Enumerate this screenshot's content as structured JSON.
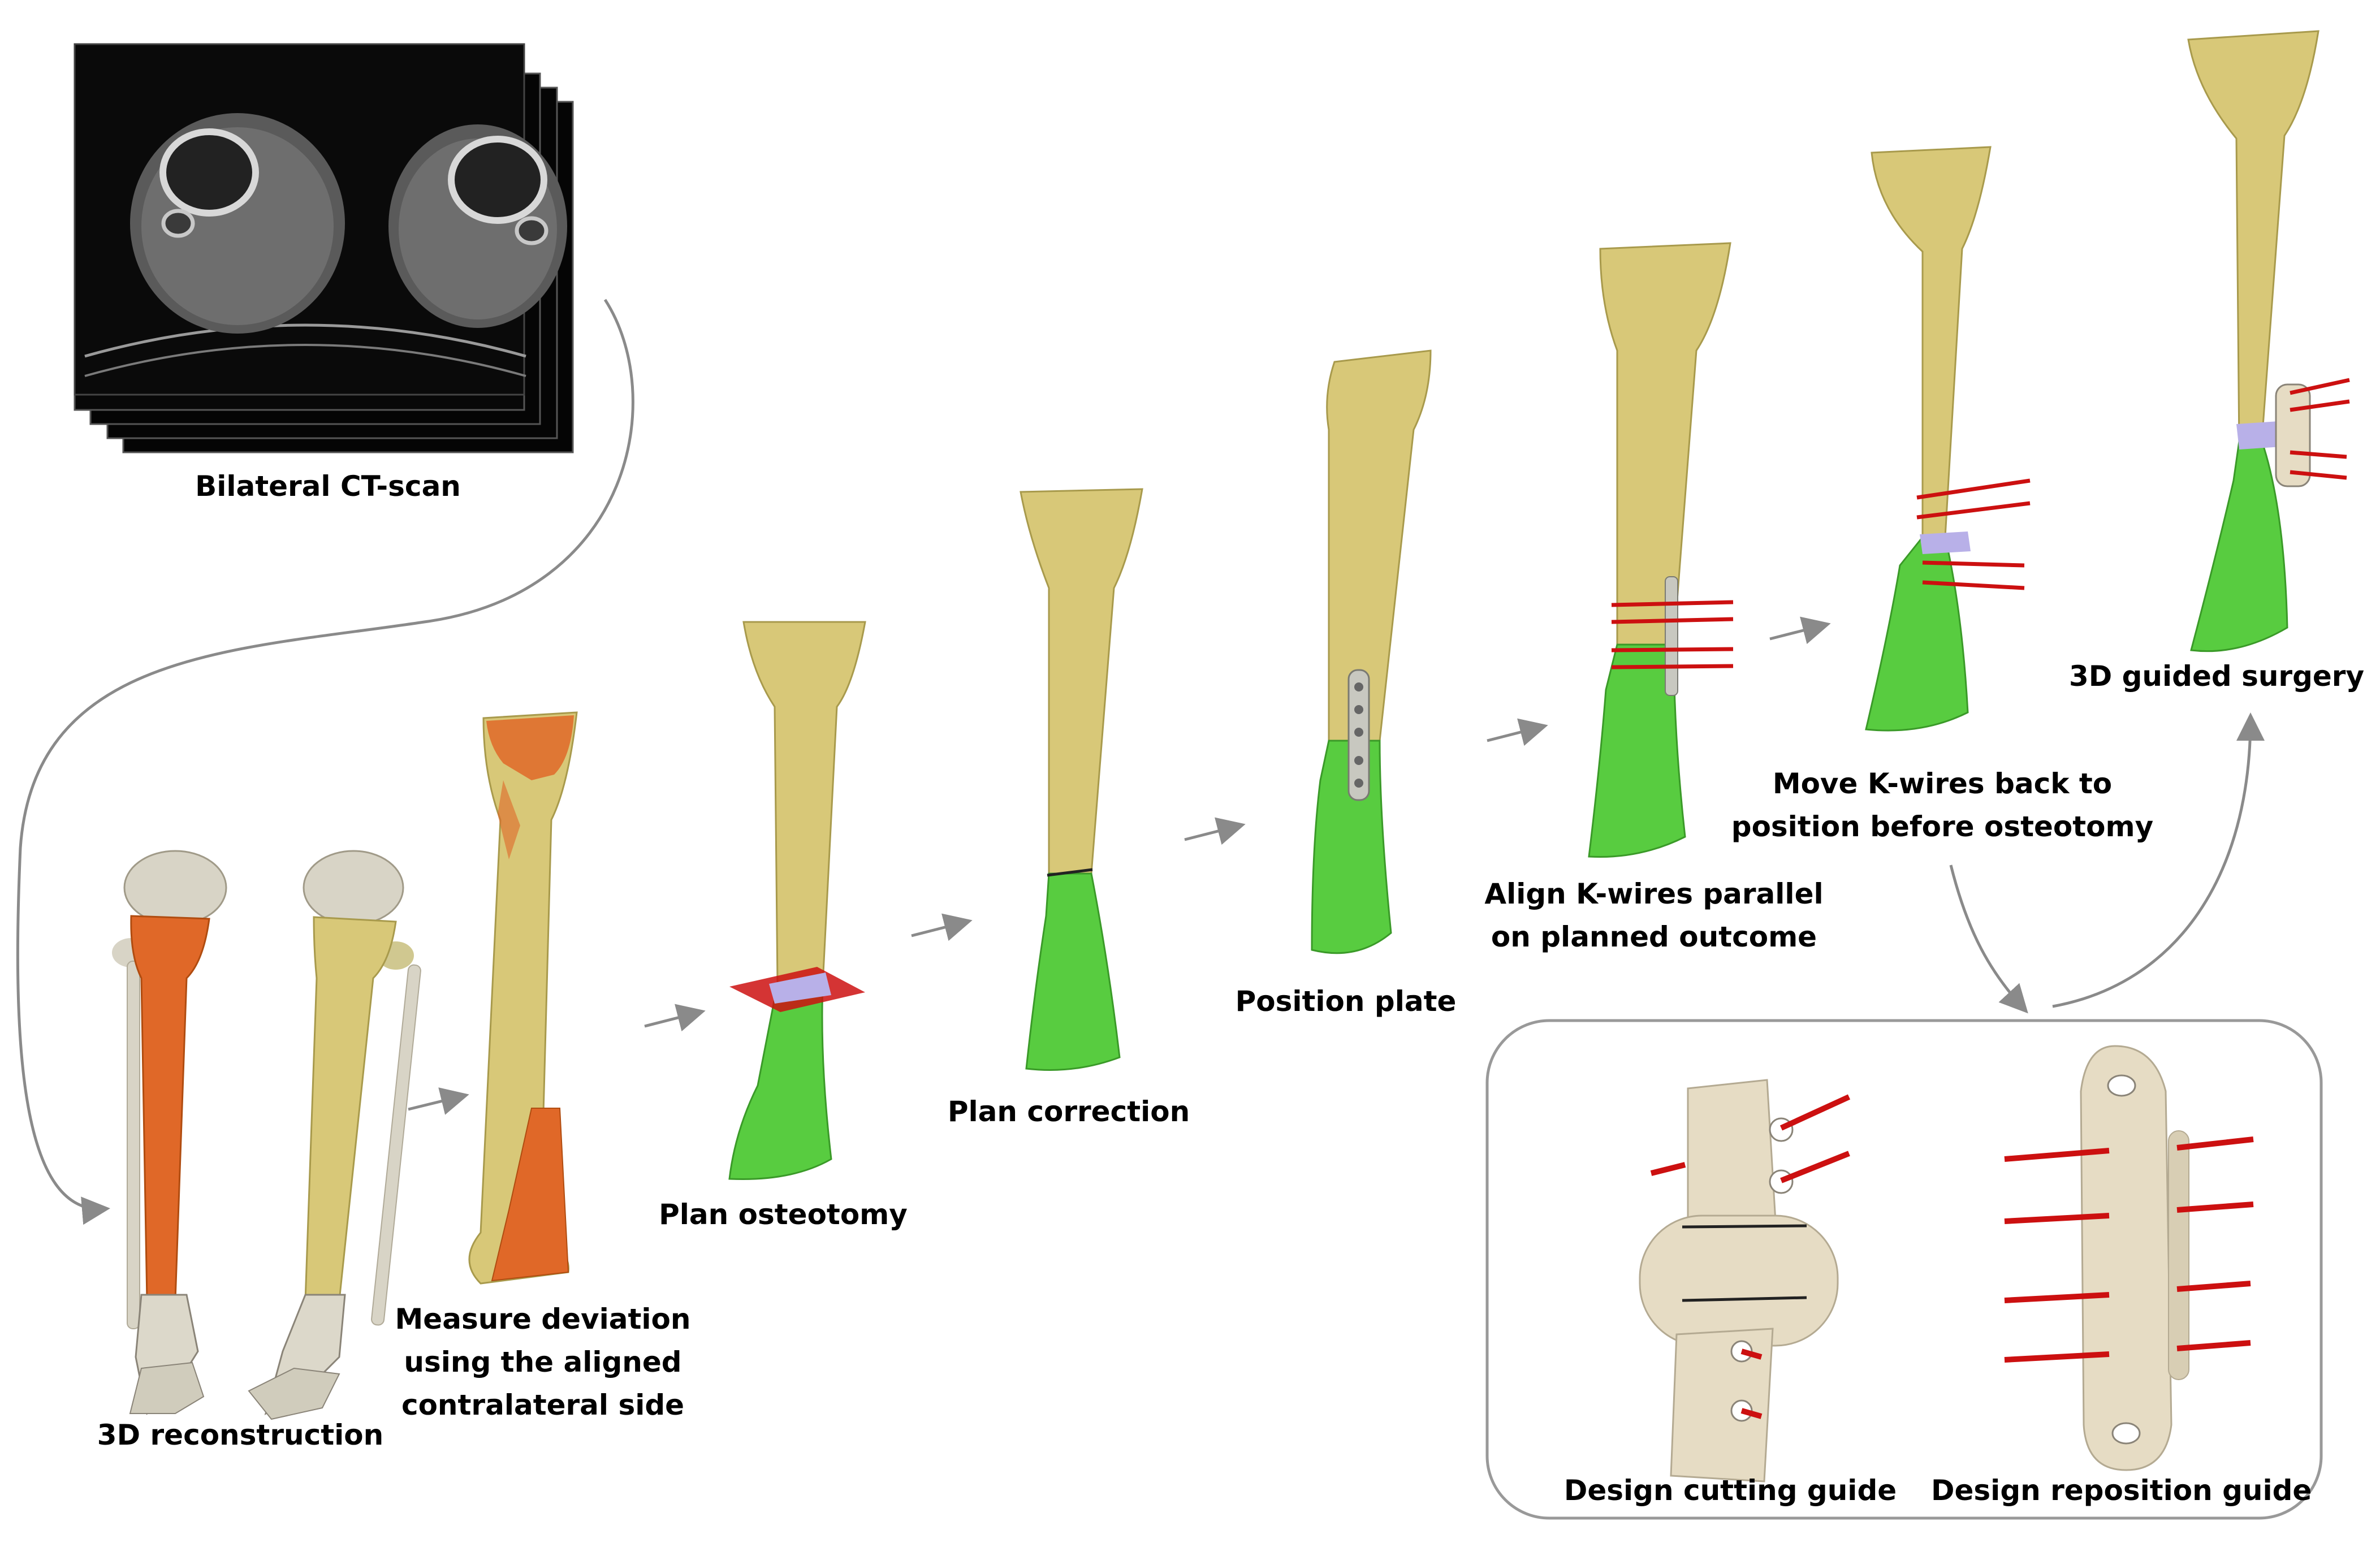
{
  "steps": {
    "ct_scan": "Bilateral CT-scan",
    "reconstruction": "3D reconstruction",
    "measure": [
      "Measure deviation",
      "using the aligned",
      "contralateral side"
    ],
    "osteotomy": "Plan osteotomy",
    "correction": "Plan correction",
    "plate": "Position plate",
    "align": [
      "Align K-wires parallel",
      "on planned outcome"
    ],
    "move": [
      "Move K-wires back to",
      "position before osteotomy"
    ],
    "surgery": "3D guided surgery",
    "cutting_guide": "Design cutting guide",
    "reposition_guide": "Design reposition guide"
  },
  "colors": {
    "bone": "#d8c878",
    "bone_dark": "#b0a050",
    "orange": "#e06828",
    "green": "#58cc40",
    "wire": "#cc1010",
    "guide": "#e6dcc4",
    "arrow": "#8a8a8a",
    "ct_bg": "#080808"
  }
}
